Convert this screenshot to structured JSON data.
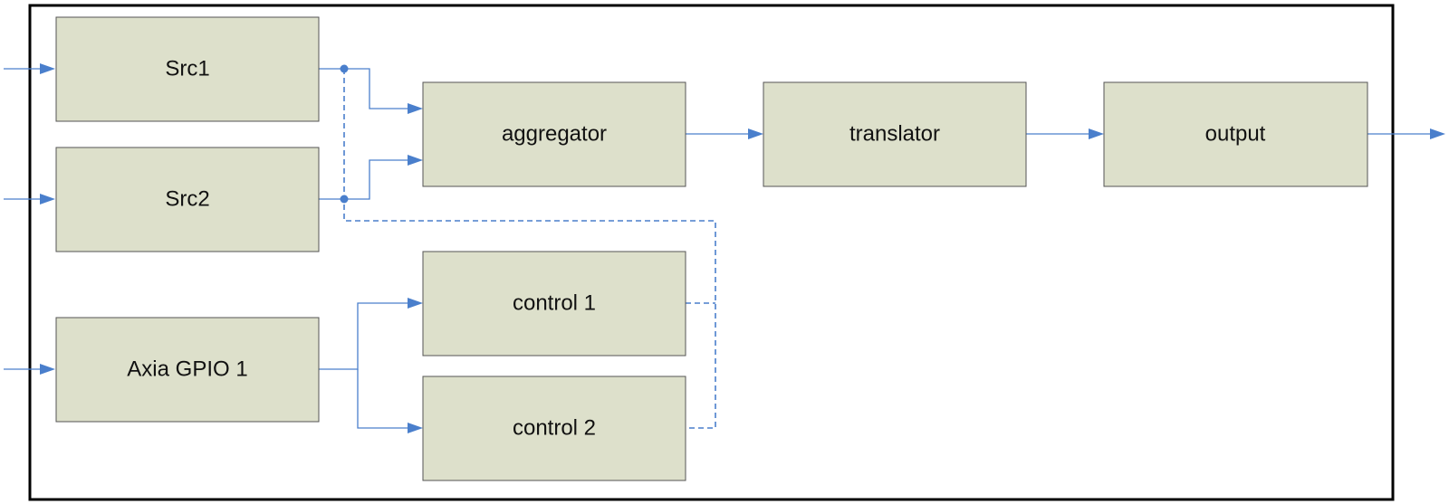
{
  "blocks": {
    "src1": "Src1",
    "src2": "Src2",
    "gpio": "Axia GPIO 1",
    "aggregator": "aggregator",
    "translator": "translator",
    "output": "output",
    "control1": "control 1",
    "control2": "control 2"
  },
  "colors": {
    "block_fill": "#dde0cb",
    "block_stroke": "#555555",
    "wire": "#4a7fcc",
    "frame": "#000000"
  }
}
